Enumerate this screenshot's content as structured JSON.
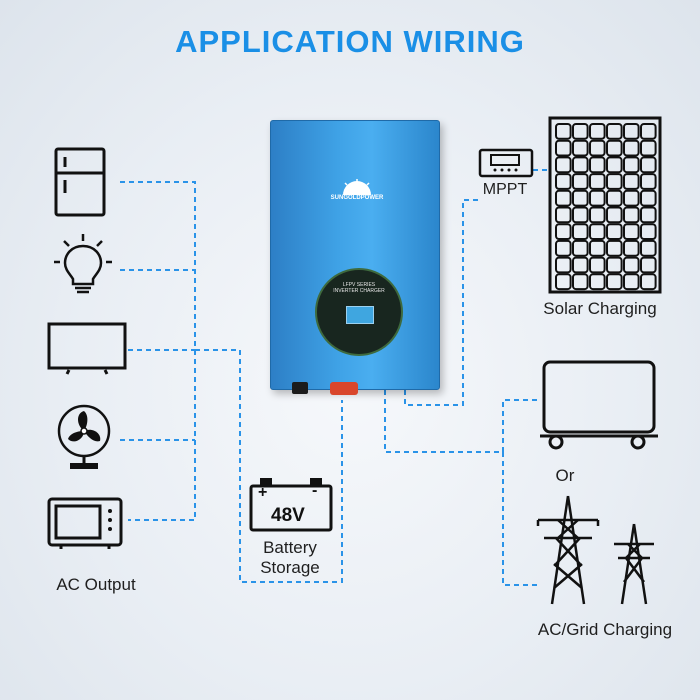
{
  "title": "APPLICATION WIRING",
  "inverter": {
    "brand": "SUNGOLDPOWER",
    "panel_text": "LFPV SERIES\nINVERTER CHARGER"
  },
  "battery": {
    "voltage": "48V",
    "plus": "+",
    "minus": "-",
    "label": "Battery\nStorage"
  },
  "labels": {
    "ac_output": "AC Output",
    "mppt": "MPPT",
    "solar": "Solar Charging",
    "or": "Or",
    "grid": "AC/Grid Charging"
  },
  "icons": [
    "fridge-icon",
    "light-bulb-icon",
    "tv-icon",
    "fan-icon",
    "microwave-icon",
    "solar-panel-icon",
    "mppt-controller-icon",
    "generator-icon",
    "power-tower-icon"
  ],
  "colors": {
    "accent": "#1a8fe6",
    "wire": "#2a93e8",
    "inverter": "#3fa2e6"
  }
}
